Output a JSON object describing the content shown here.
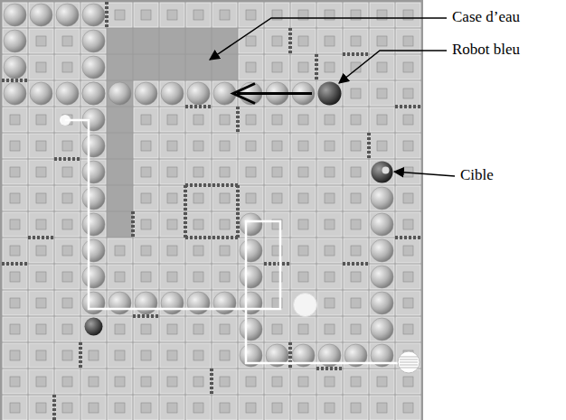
{
  "diagram": {
    "labels": [
      "Case d’eau",
      "Robot bleu",
      "Cible"
    ]
  }
}
